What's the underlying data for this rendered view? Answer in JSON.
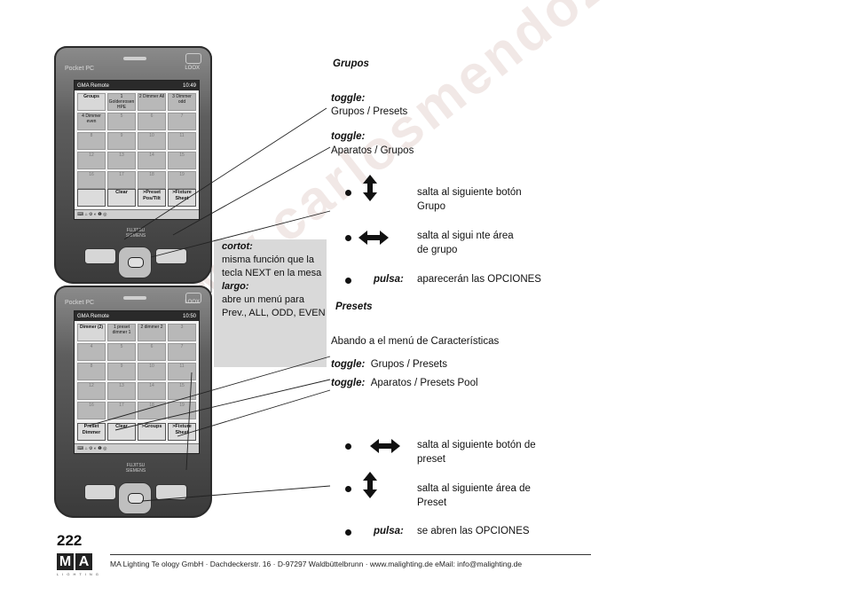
{
  "section_groups": {
    "heading": "Grupos",
    "toggle1_label": "toggle:",
    "toggle1_text": "Grupos  /  Presets",
    "toggle2_label": "toggle:",
    "toggle2_text": "Aparatos  /  Grupos",
    "bullets": [
      {
        "icon": "vertical-arrow",
        "text1": "salta al siguiente botón",
        "text2": "Grupo"
      },
      {
        "icon": "horizontal-arrow",
        "text1": "salta al sigui  nte área",
        "text2": "de grupo"
      },
      {
        "icon": "none",
        "label": "pulsa:",
        "text1": "aparecerán las OPCIONES"
      }
    ]
  },
  "callout": {
    "line1": "cortot:",
    "line2": "misma función que la",
    "line3": "tecla NEXT en la mesa",
    "line4": "largo:",
    "line5": "abre un menú para",
    "line6": "Prev., ALL, ODD, EVEN"
  },
  "section_presets": {
    "heading": "Presets",
    "intro": "Abando  a el menú de Características",
    "toggle1_label": "toggle:",
    "toggle1_text": "Grupos  /  Presets",
    "toggle2_label": "toggle:",
    "toggle2_text": "Aparatos  /  Presets Pool",
    "bullets": [
      {
        "icon": "horizontal-arrow",
        "text1": "salta al siguiente botón de",
        "text2": "preset"
      },
      {
        "icon": "vertical-arrow",
        "text1": "salta al siguiente área de",
        "text2": "Preset"
      },
      {
        "icon": "none",
        "label": "pulsa:",
        "text1": "se abren las OPCIONES"
      }
    ]
  },
  "pda_top": {
    "brand": "Pocket PC",
    "model": "LOOX",
    "app_title": "GMA Remote",
    "clock": "10:49",
    "cells": [
      "Groups",
      "1 Goldenrosen HPE",
      "2 Dimmer All",
      "3 Dimmer odd",
      "4 Dimmer even",
      "5",
      "6",
      "7",
      "8",
      "9",
      "10",
      "11",
      "12",
      "13",
      "14",
      "15",
      "16",
      "17",
      "18",
      "19"
    ],
    "buttons": [
      "",
      "Clear",
      ">Preset Pos/Tilt",
      ">Fixture Sheet"
    ],
    "maker": "FUJITSU SIEMENS"
  },
  "pda_bottom": {
    "brand": "Pocket PC",
    "model": "LOOX",
    "app_title": "GMA Remote",
    "clock": "10:50",
    "cells": [
      "Dimmer (2)",
      "1 preset dimmer 1",
      "2 dimmer 2",
      "3",
      "4",
      "5",
      "6",
      "7",
      "8",
      "9",
      "10",
      "11",
      "12",
      "13",
      "14",
      "15",
      "16",
      "17",
      "18",
      "19"
    ],
    "buttons": [
      "Preset Dimmer",
      "Clear",
      ">Groups",
      ">Fixture Sheet"
    ],
    "maker": "FUJITSU SIEMENS"
  },
  "footer": {
    "page_number": "222",
    "logo_letters": [
      "M",
      "A"
    ],
    "logo_sub": "LIGHTING",
    "text": "MA Lighting Te    ology GmbH · Dachdeckerstr. 16 · D-97297 Waldbüttelbrunn · www.malighting.de   eMail: info@malighting.de"
  },
  "watermark": "www.carlosmendoza.com.mx"
}
